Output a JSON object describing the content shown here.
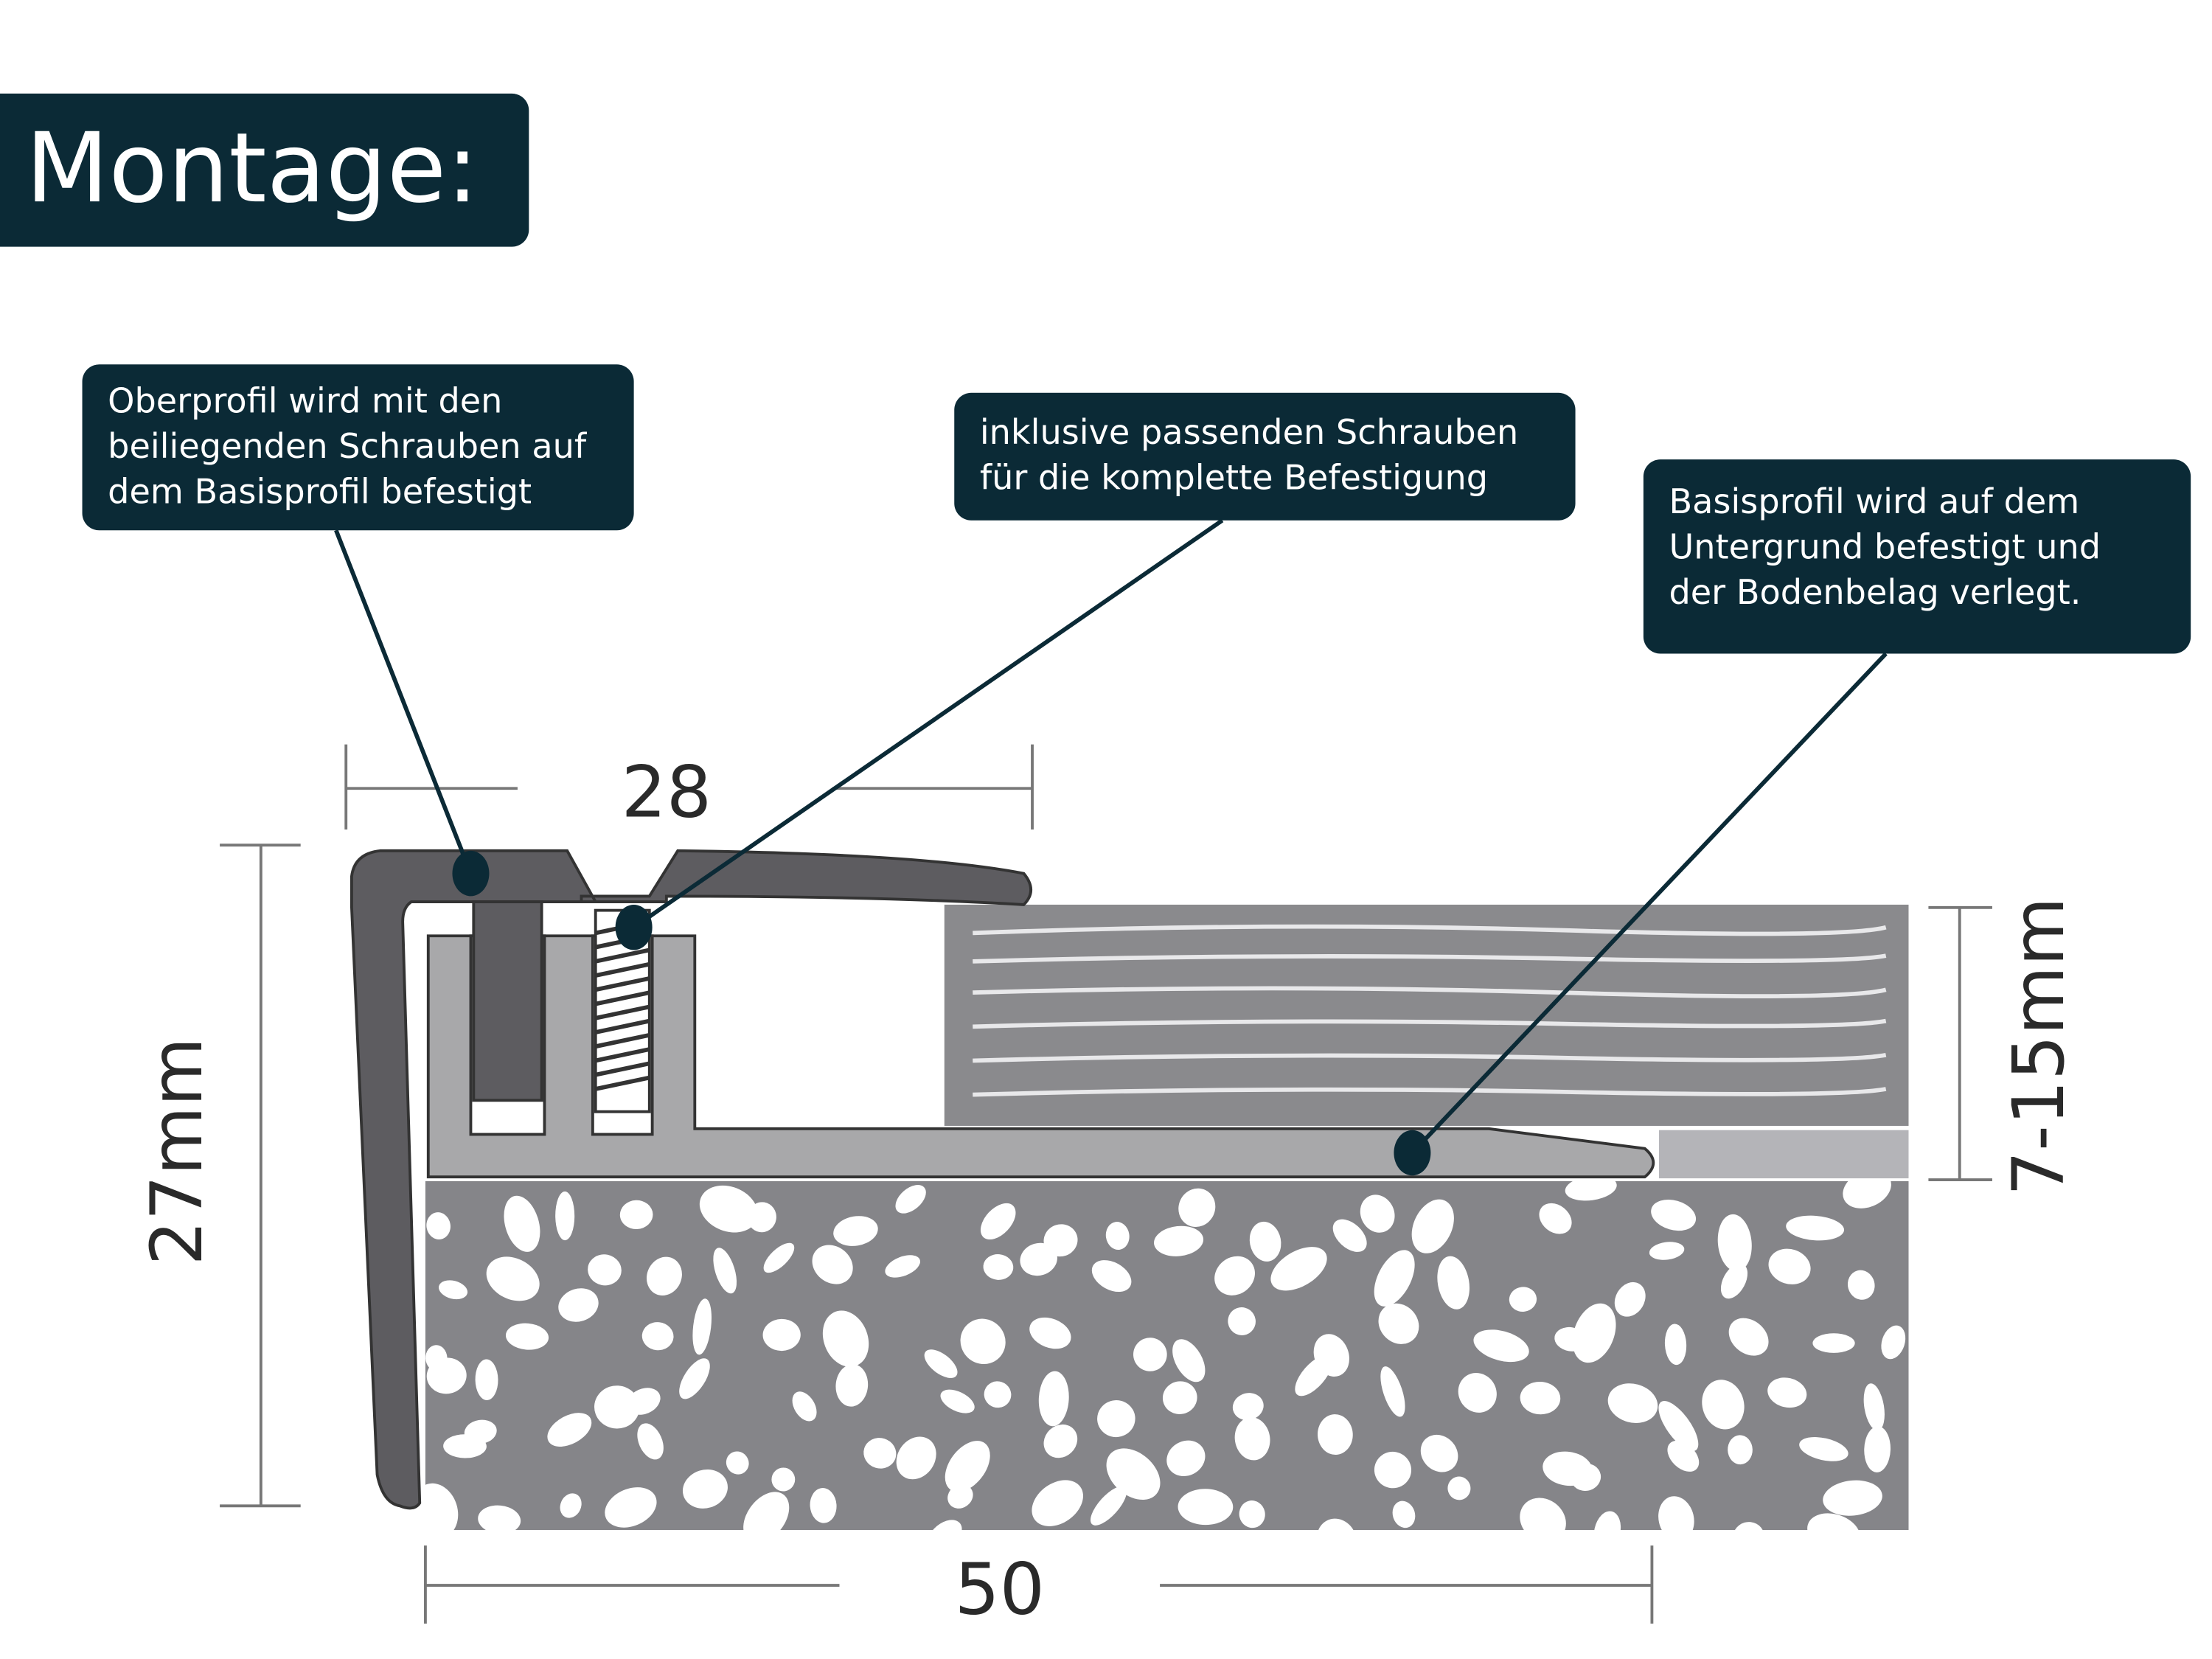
{
  "title": "Montage:",
  "callouts": [
    {
      "text": "Oberprofil wird mit den beiliegenden Schrauben auf dem Basisprofil befestigt"
    },
    {
      "text": "inklusive passenden Schrauben für die komplette Befestigung"
    },
    {
      "text": "Basisprofil wird auf dem Untergrund befestigt und der Bodenbelag verlegt."
    }
  ],
  "dimensions": {
    "top_width": "28",
    "height": "27mm",
    "bottom_width": "50",
    "covering": "7-15mm"
  },
  "colors": {
    "accent": "#0b2a36",
    "top_profile": "#5d5c60",
    "base_profile": "#a8a8aa",
    "floor": "#8a8a8d",
    "substrate": "#858589"
  }
}
